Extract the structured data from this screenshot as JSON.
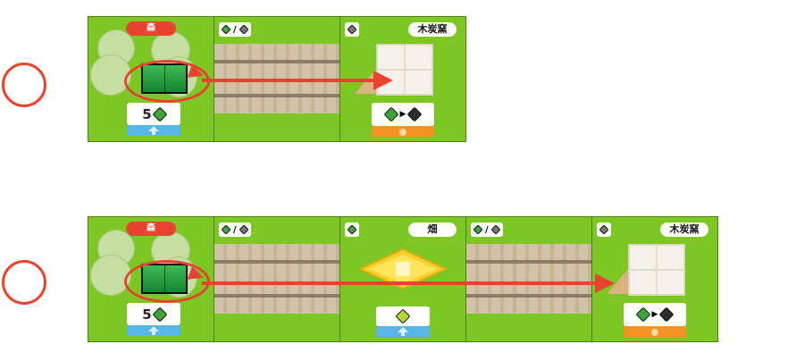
{
  "rows": [
    {
      "mark": "〇",
      "tiles": [
        {
          "type": "forest",
          "label": "森",
          "stock": "5"
        },
        {
          "type": "track",
          "tag": "/"
        },
        {
          "type": "kiln",
          "label": "木炭窯"
        }
      ]
    },
    {
      "mark": "〇",
      "tiles": [
        {
          "type": "forest",
          "label": "森",
          "stock": "5"
        },
        {
          "type": "track",
          "tag": "/"
        },
        {
          "type": "field",
          "label": "畑"
        },
        {
          "type": "track",
          "tag": "/"
        },
        {
          "type": "kiln",
          "label": "木炭窯"
        }
      ]
    }
  ],
  "colors": {
    "grass": "#7dc724",
    "arrow": "#e8432f",
    "wood_cube": "#3fa33a",
    "charcoal_cube": "#2d2d2d",
    "stone_cube": "#777777",
    "water_bar": "#56b6ea",
    "fire_bar": "#f59321"
  }
}
